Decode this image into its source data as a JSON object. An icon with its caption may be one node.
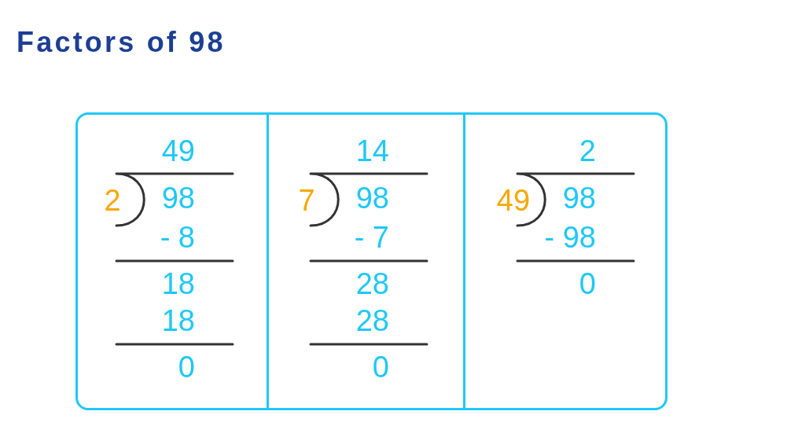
{
  "diagram": {
    "title": "Factors of 98",
    "nodes": [
      {
        "text": [],
        "shape": "box"
      },
      {
        "text": [
          "49",
          "2",
          "98",
          "- 8",
          "18",
          "18",
          "0"
        ],
        "in": 0
      },
      {
        "text": [
          "14",
          "7",
          "98",
          "- 7",
          "28",
          "28",
          "0"
        ],
        "in": 0
      },
      {
        "text": [
          "2",
          "49",
          "98",
          "- 98",
          "0"
        ],
        "in": 0
      }
    ]
  }
}
